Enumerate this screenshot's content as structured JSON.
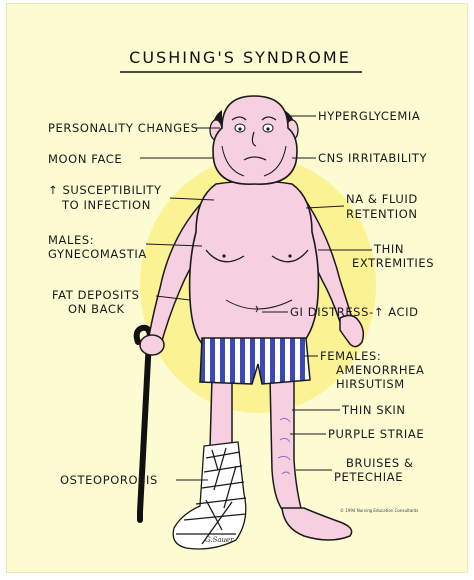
{
  "title": "CUSHING'S SYNDROME",
  "labels_left": {
    "personality": "PERSONALITY CHANGES",
    "moon_face": "MOON FACE",
    "infection_1": "↑ SUSCEPTIBILITY",
    "infection_2": "TO INFECTION",
    "males_1": "MALES:",
    "males_2": "GYNECOMASTIA",
    "fat_1": "FAT DEPOSITS",
    "fat_2": "ON BACK",
    "osteo": "OSTEOPOROSIS"
  },
  "labels_right": {
    "hyperglycemia": "HYPERGLYCEMIA",
    "cns": "CNS IRRITABILITY",
    "na_1": "NA & FLUID",
    "na_2": "RETENTION",
    "thin_1": "THIN",
    "thin_2": "EXTREMITIES",
    "gi": "GI DISTRESS-↑ ACID",
    "females_1": "FEMALES:",
    "females_2": "AMENORRHEA",
    "females_3": "HIRSUTISM",
    "skin": "THIN SKIN",
    "striae": "PURPLE STRIAE",
    "bruises_1": "BRUISES &",
    "bruises_2": "PETECHIAE"
  },
  "credit": "© 1994 Nursing Education Consultants",
  "signature": "G.Sauer",
  "colors": {
    "poster_bg": "#fdfbd2",
    "glow": "#faf08a",
    "skin": "#f6cfe1",
    "shorts_stripe": "#3b49b8",
    "outline": "#1a1a1a"
  }
}
